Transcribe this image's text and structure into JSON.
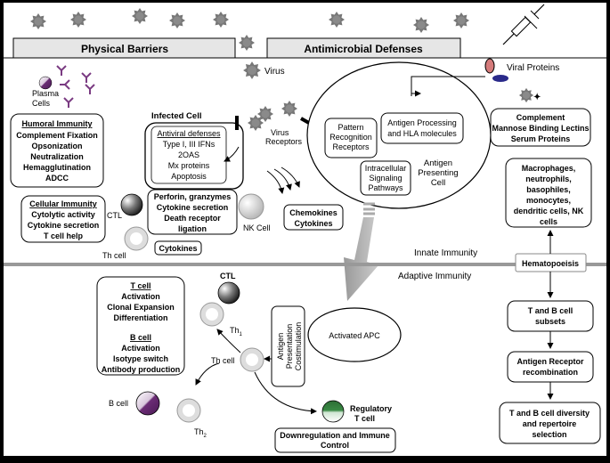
{
  "top": {
    "physical_barriers": "Physical Barriers",
    "antimicrobial_defenses": "Antimicrobial Defenses",
    "virus": "Virus",
    "viral_proteins": "Viral Proteins"
  },
  "plasma_cells": [
    "Plasma",
    "Cells"
  ],
  "humoral": {
    "title": "Humoral Immunity",
    "items": [
      "Complement Fixation",
      "Opsonization",
      "Neutralization",
      "Hemagglutination",
      "ADCC"
    ]
  },
  "cellular": {
    "title": "Cellular Immunity",
    "items": [
      "Cytolytic activity",
      "Cytokine secretion",
      "T cell help"
    ]
  },
  "infected_cell": {
    "label": "Infected Cell",
    "antiviral_title": "Antiviral defenses",
    "items": [
      "Type I, III IFNs",
      "2OAS",
      "Mx proteins",
      "Apoptosis"
    ]
  },
  "virus_receptors": [
    "Virus",
    "Receptors"
  ],
  "apc": {
    "pattern": [
      "Pattern",
      "Recognition",
      "Receptors"
    ],
    "antigen_processing": [
      "Antigen Processing",
      "and HLA molecules"
    ],
    "signaling": [
      "Intracellular",
      "Signaling",
      "Pathways"
    ],
    "name": [
      "Antigen",
      "Presenting",
      "Cell"
    ]
  },
  "complement": [
    "Complement",
    "Mannose Binding Lectins",
    "Serum Proteins"
  ],
  "innate_cells": [
    "Macrophages,",
    "neutrophils,",
    "basophiles,",
    "monocytes,",
    "dendritic cells, NK",
    "cells"
  ],
  "ctl_nk": {
    "ctl": "CTL",
    "th": "Th cell",
    "nk": "NK Cell",
    "effects": [
      "Perforin, granzymes",
      "Cytokine secretion",
      "Death receptor",
      "ligation"
    ],
    "cytokines": "Cytokines"
  },
  "chemokines": [
    "Chemokines",
    "Cytokines"
  ],
  "innate_label": "Innate Immunity",
  "adaptive_label": "Adaptive Immunity",
  "hematopoiesis": "Hematopoeisis",
  "tb_subsets": [
    "T and B cell",
    "subsets"
  ],
  "antigen_receptor": [
    "Antigen Receptor",
    "recombination"
  ],
  "tb_diversity": [
    "T and B cell diversity",
    "and repertoire",
    "selection"
  ],
  "tcell_box": {
    "t_title": "T cell",
    "t_items": [
      "Activation",
      "Clonal Expansion",
      "Differentiation"
    ],
    "b_title": "B cell",
    "b_items": [
      "Activation",
      "Isotype switch",
      "Antibody production"
    ]
  },
  "adaptive_cells": {
    "ctl": "CTL",
    "th1": "Th",
    "th1_sub": "1",
    "th_cell": "Th cell",
    "b_cell": "B cell",
    "th2": "Th",
    "th2_sub": "2"
  },
  "antigen_presentation": [
    "Antigen",
    "Presentation",
    "Costimulation"
  ],
  "activated_apc": "Activated APC",
  "regulatory": [
    "Regulatory",
    "T cell"
  ],
  "downregulation": [
    "Downregulation and Immune",
    "Control"
  ],
  "colors": {
    "virus": "#777777",
    "plasma": "#7a3b82",
    "green": "#3a8a45",
    "viral_protein": "#d57b7b",
    "viral_protein_dark": "#2a2a8a"
  }
}
